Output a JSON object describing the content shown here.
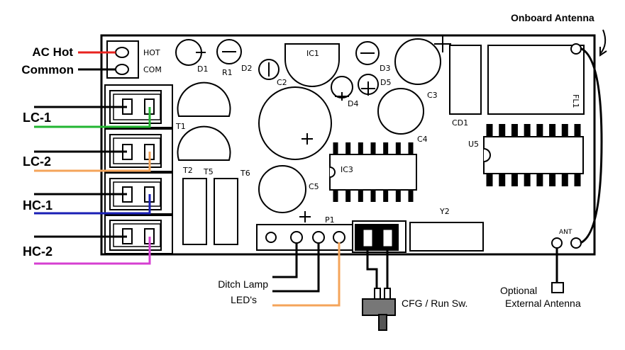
{
  "wire_labels": {
    "ac_hot": "AC Hot",
    "common": "Common",
    "lc1": "LC-1",
    "lc2": "LC-2",
    "hc1": "HC-1",
    "hc2": "HC-2",
    "onboard_antenna": "Onboard Antenna",
    "ditch_lamp": "Ditch Lamp",
    "leds": "LED's",
    "cfg_switch": "CFG / Run Sw.",
    "optional": "Optional",
    "external_antenna": "External Antenna"
  },
  "board_labels": {
    "hot": "HOT",
    "com": "COM",
    "d1": "D1",
    "r1": "R1",
    "d2": "D2",
    "ic1": "IC1",
    "c2": "C2",
    "d3": "D3",
    "d5": "D5",
    "d4": "D4",
    "c3": "C3",
    "c4": "C4",
    "cd1": "CD1",
    "fl1": "FL1",
    "u5": "U5",
    "t1": "T1",
    "t2": "T2",
    "t5": "T5",
    "t6": "T6",
    "ic3": "IC3",
    "c5": "C5",
    "p1": "P1",
    "y2": "Y2",
    "ant": "ANT"
  },
  "colors": {
    "board_outline": "#000000",
    "wire_ac_hot": "#e8231f",
    "wire_common": "#000000",
    "wire_lc1": "#22b531",
    "wire_lc2": "#f4a45a",
    "wire_hc1": "#1a1fb5",
    "wire_hc2": "#d63fd1",
    "wire_leds": "#f4a45a"
  }
}
